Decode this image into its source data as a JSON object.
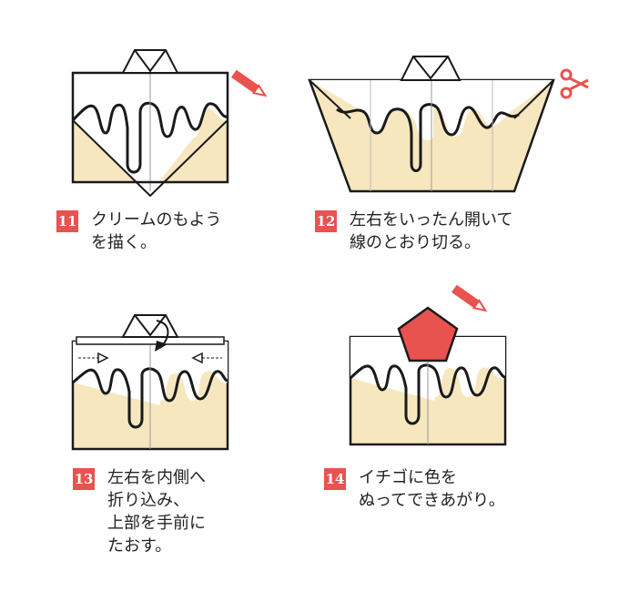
{
  "colors": {
    "cake": "#f7e7bf",
    "cream": "#ffffff",
    "outline": "#1a1a1a",
    "accent": "#e8524f",
    "crease": "#999999"
  },
  "icons": [
    "pencil-icon",
    "scissors-icon",
    "pencil-icon"
  ],
  "steps": [
    {
      "number": "11",
      "lines": [
        "クリームのもよう",
        "を描く。"
      ]
    },
    {
      "number": "12",
      "lines": [
        "左右をいったん開いて",
        "線のとおり切る。"
      ]
    },
    {
      "number": "13",
      "lines": [
        "左右を内側へ",
        "折り込み、",
        "上部を手前に",
        "たおす。"
      ]
    },
    {
      "number": "14",
      "lines": [
        "イチゴに色を",
        "ぬってできあがり。"
      ]
    }
  ]
}
